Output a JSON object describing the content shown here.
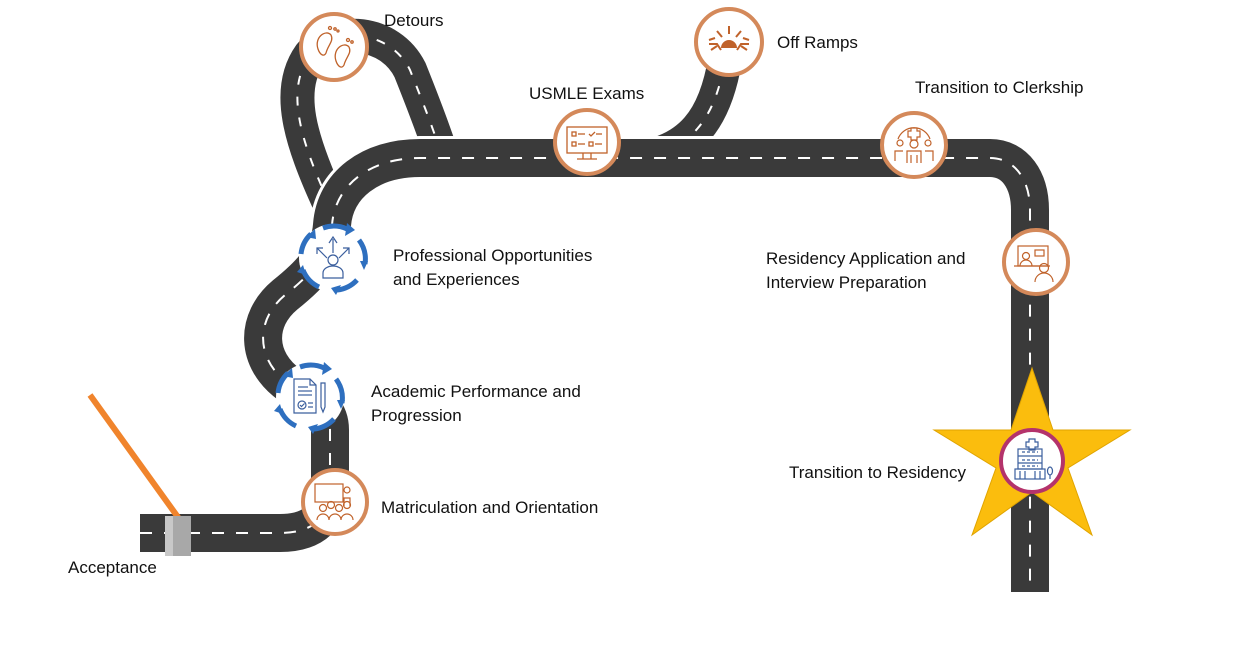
{
  "title": "Medical School Roadmap",
  "colors": {
    "road": "#3a3a3a",
    "road_edge": "#ffffff",
    "accent_orange": "#d4895a",
    "icon_orange": "#c0622a",
    "cycle_blue": "#2e6fbf",
    "icon_blue": "#3b5f9e",
    "star_fill": "#fbbd0d",
    "star_ring": "#b4336b",
    "flag_pole": "#f0842c",
    "gate_gray": "#a8a8a8"
  },
  "milestones": [
    {
      "id": "acceptance",
      "label_lines": [
        "Acceptance"
      ],
      "icon": "gate-icon"
    },
    {
      "id": "matriculation",
      "label_lines": [
        "Matriculation and Orientation"
      ],
      "icon": "classroom-icon"
    },
    {
      "id": "academic",
      "label_lines": [
        "Academic Performance and",
        "Progression"
      ],
      "icon": "document-pen-icon"
    },
    {
      "id": "professional",
      "label_lines": [
        "Professional Opportunities",
        "and Experiences"
      ],
      "icon": "person-arrows-icon"
    },
    {
      "id": "detours",
      "label_lines": [
        "Detours"
      ],
      "icon": "footprints-icon"
    },
    {
      "id": "usmle",
      "label_lines": [
        "USMLE Exams"
      ],
      "icon": "monitor-checklist-icon"
    },
    {
      "id": "off_ramps",
      "label_lines": [
        "Off Ramps"
      ],
      "icon": "sunrise-icon"
    },
    {
      "id": "clerkship",
      "label_lines": [
        "Transition to Clerkship"
      ],
      "icon": "medical-team-icon"
    },
    {
      "id": "residency_app",
      "label_lines": [
        "Residency Application and",
        "Interview Preparation"
      ],
      "icon": "interview-icon"
    },
    {
      "id": "residency",
      "label_lines": [
        "Transition to Residency"
      ],
      "icon": "hospital-icon"
    }
  ]
}
